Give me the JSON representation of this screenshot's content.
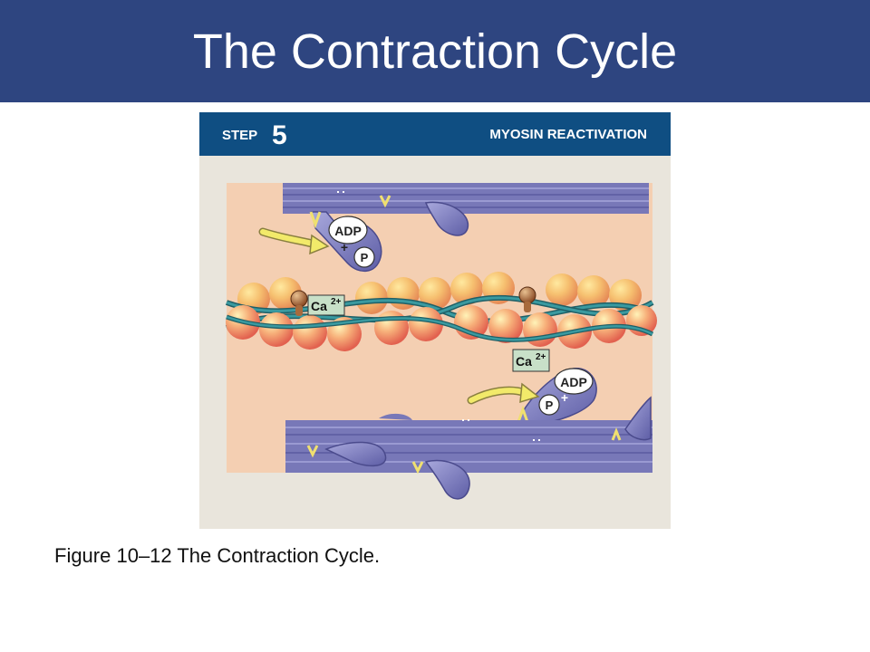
{
  "slide": {
    "title": "The Contraction Cycle",
    "caption": "Figure 10–12 The Contraction Cycle."
  },
  "figure": {
    "step_word": "STEP",
    "step_number": "5",
    "step_title": "MYOSIN REACTIVATION",
    "labels": {
      "adp": "ADP",
      "p": "P",
      "plus": "+",
      "ca": "Ca",
      "ca_superscript": "2+"
    }
  },
  "colors": {
    "title_bar": "#2e4580",
    "header_band": "#0f4e82",
    "background": "#e9e5dc",
    "sarcomere": "#f4cfb2",
    "thick_filament": "#7878b8",
    "actin_bead": "#f4a088",
    "tropomyosin": "#2e7d82",
    "arrow": "#f2ea6a",
    "calcium_box": "#c8e0c8"
  }
}
